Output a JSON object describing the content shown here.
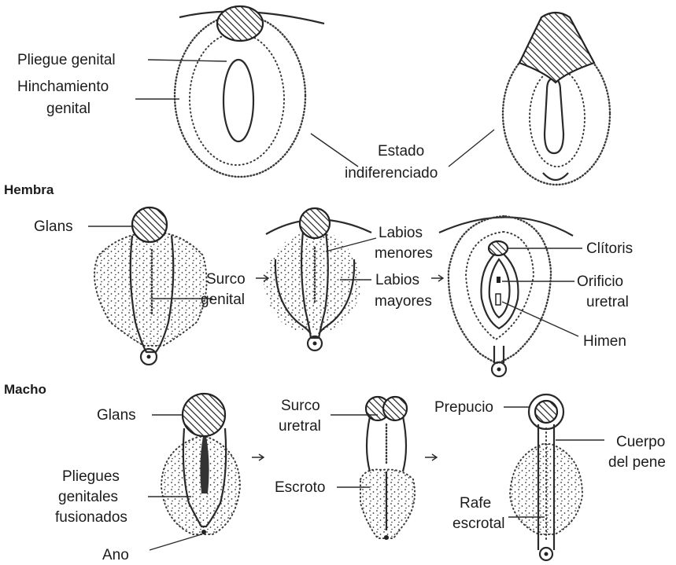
{
  "headers": {
    "female": "Hembra",
    "male": "Macho"
  },
  "indifferent": {
    "genital_fold": "Pliegue genital",
    "genital_swelling_1": "Hinchamiento",
    "genital_swelling_2": "genital",
    "state_1": "Estado",
    "state_2": "indiferenciado"
  },
  "female": {
    "glans": "Glans",
    "sulcus_1": "Surco",
    "sulcus_2": "genital",
    "labia_minora_1": "Labios",
    "labia_minora_2": "menores",
    "labia_majora_1": "Labios",
    "labia_majora_2": "mayores",
    "clitoris": "Clítoris",
    "orifice_1": "Orificio",
    "orifice_2": "uretral",
    "hymen": "Himen"
  },
  "male": {
    "glans": "Glans",
    "urethral_groove_1": "Surco",
    "urethral_groove_2": "uretral",
    "scrotum": "Escroto",
    "fused_folds_1": "Pliegues",
    "fused_folds_2": "genitales",
    "fused_folds_3": "fusionados",
    "anus": "Ano",
    "prepuce": "Prepucio",
    "shaft_1": "Cuerpo",
    "shaft_2": "del pene",
    "raphe_1": "Rafe",
    "raphe_2": "escrotal"
  }
}
